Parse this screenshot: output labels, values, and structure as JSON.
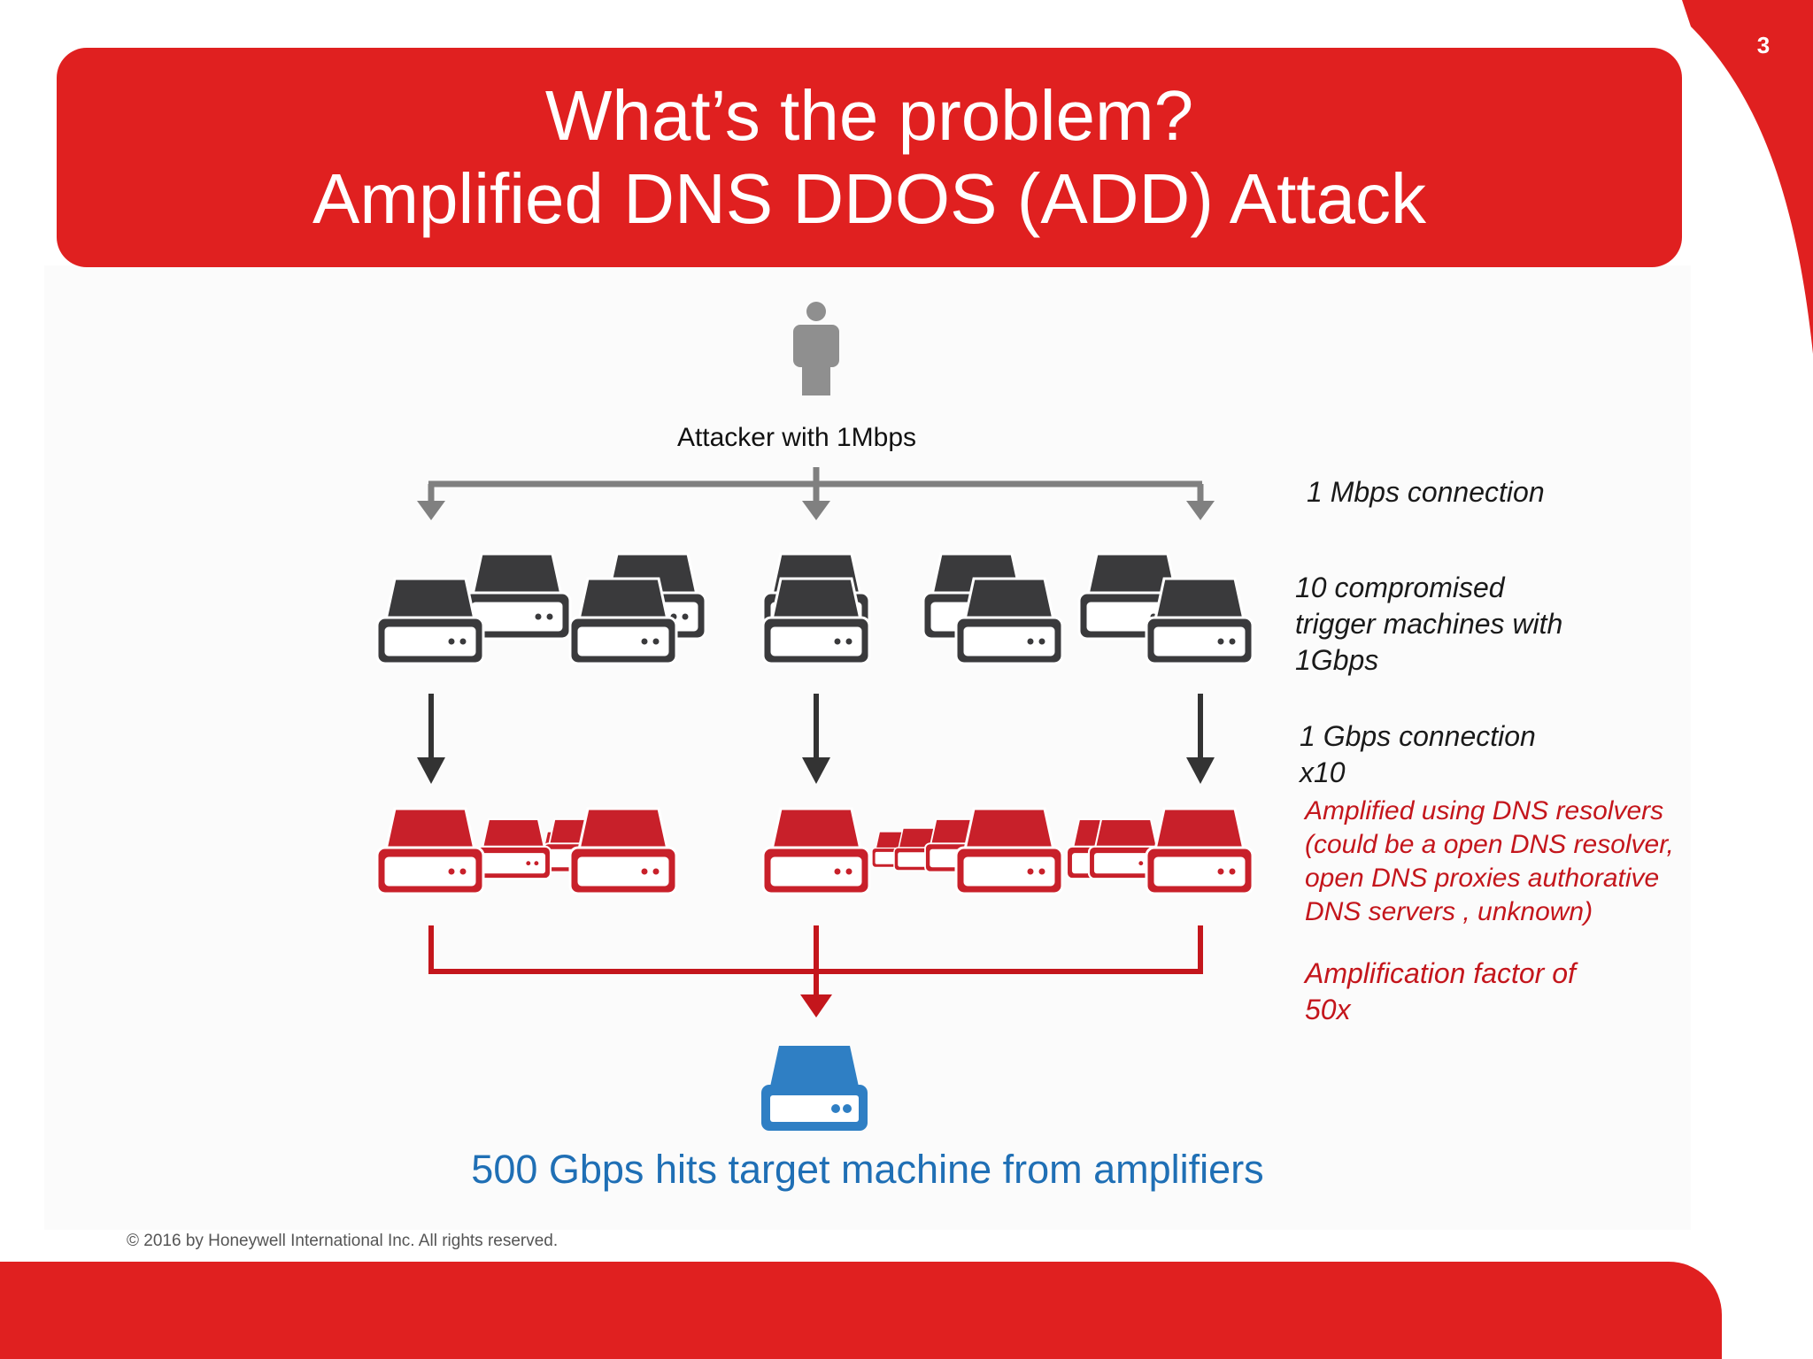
{
  "slide": {
    "page_number": "3",
    "title_line1": "What’s the problem?",
    "title_line2": "Amplified DNS DDOS (ADD) Attack",
    "copyright": "© 2016 by Honeywell International Inc. All rights reserved."
  },
  "diagram": {
    "attacker_label": "Attacker with 1Mbps",
    "mbps_connection": "1 Mbps connection",
    "compromised": [
      "10 compromised",
      "trigger machines with",
      "1Gbps"
    ],
    "gbps_connection": [
      "1 Gbps connection",
      "x10"
    ],
    "amplified": [
      "Amplified using DNS resolvers",
      "(could be a open DNS resolver,",
      "open DNS proxies authorative",
      "DNS servers , unknown)"
    ],
    "amplification_factor": [
      "Amplification factor of",
      "50x"
    ],
    "target_label": "500 Gbps hits target machine from amplifiers"
  },
  "colors": {
    "brand_red": "#e02020",
    "amplifier_red": "#c8202a",
    "trigger_dark": "#3a3a3c",
    "target_blue": "#2f7fc4",
    "arrow_gray": "#808080",
    "connector_red": "#c4161c"
  },
  "icons": {
    "attacker": "person-icon",
    "trigger": "server-icon",
    "amplifier": "server-icon",
    "target": "server-icon"
  }
}
